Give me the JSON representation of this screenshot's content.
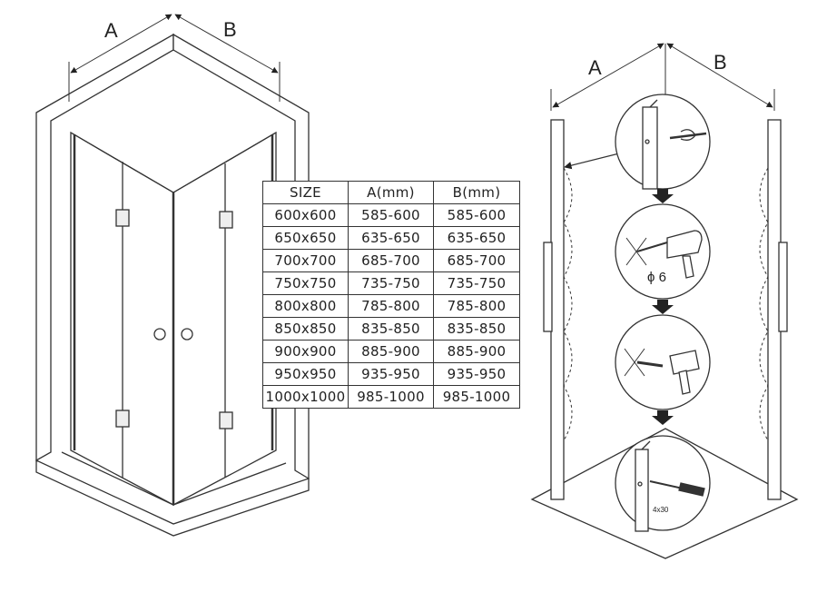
{
  "left_diagram": {
    "label_a": "A",
    "label_b": "B"
  },
  "right_diagram": {
    "label_a": "A",
    "label_b": "B",
    "drill_size": "ϕ 6",
    "screw_size": "4x30"
  },
  "size_table": {
    "headers": [
      "SIZE",
      "A(mm)",
      "B(mm)"
    ],
    "rows": [
      [
        "600x600",
        "585-600",
        "585-600"
      ],
      [
        "650x650",
        "635-650",
        "635-650"
      ],
      [
        "700x700",
        "685-700",
        "685-700"
      ],
      [
        "750x750",
        "735-750",
        "735-750"
      ],
      [
        "800x800",
        "785-800",
        "785-800"
      ],
      [
        "850x850",
        "835-850",
        "835-850"
      ],
      [
        "900x900",
        "885-900",
        "885-900"
      ],
      [
        "950x950",
        "935-950",
        "935-950"
      ],
      [
        "1000x1000",
        "985-1000",
        "985-1000"
      ]
    ]
  }
}
